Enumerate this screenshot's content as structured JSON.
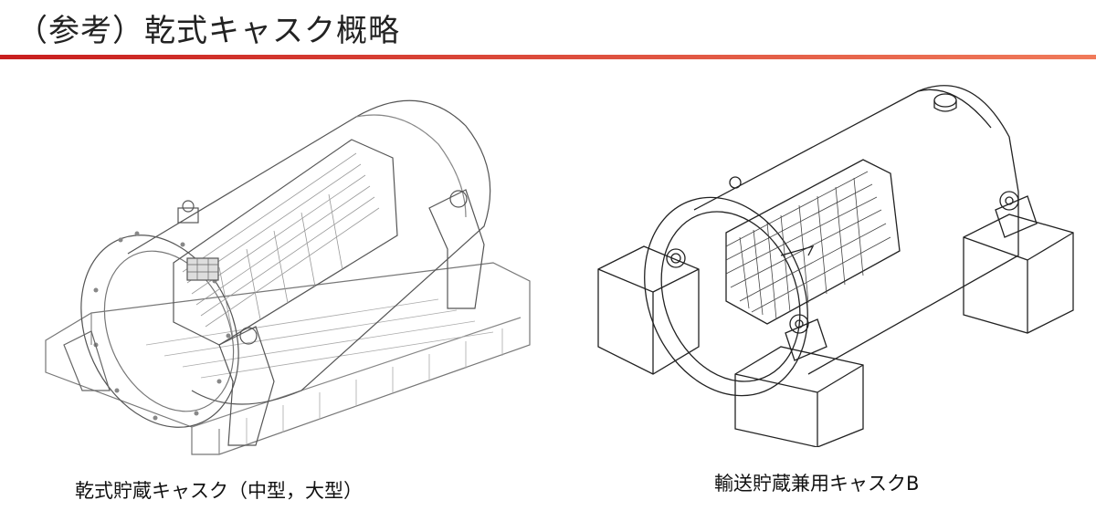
{
  "header": {
    "title": "（参考）乾式キャスク概略",
    "rule_color_left": "#c81e1e",
    "rule_color_right": "#f07a5a"
  },
  "figures": [
    {
      "caption": "乾式貯蔵キャスク（中型，大型）"
    },
    {
      "caption": "輸送貯蔵兼用キャスクB"
    }
  ]
}
